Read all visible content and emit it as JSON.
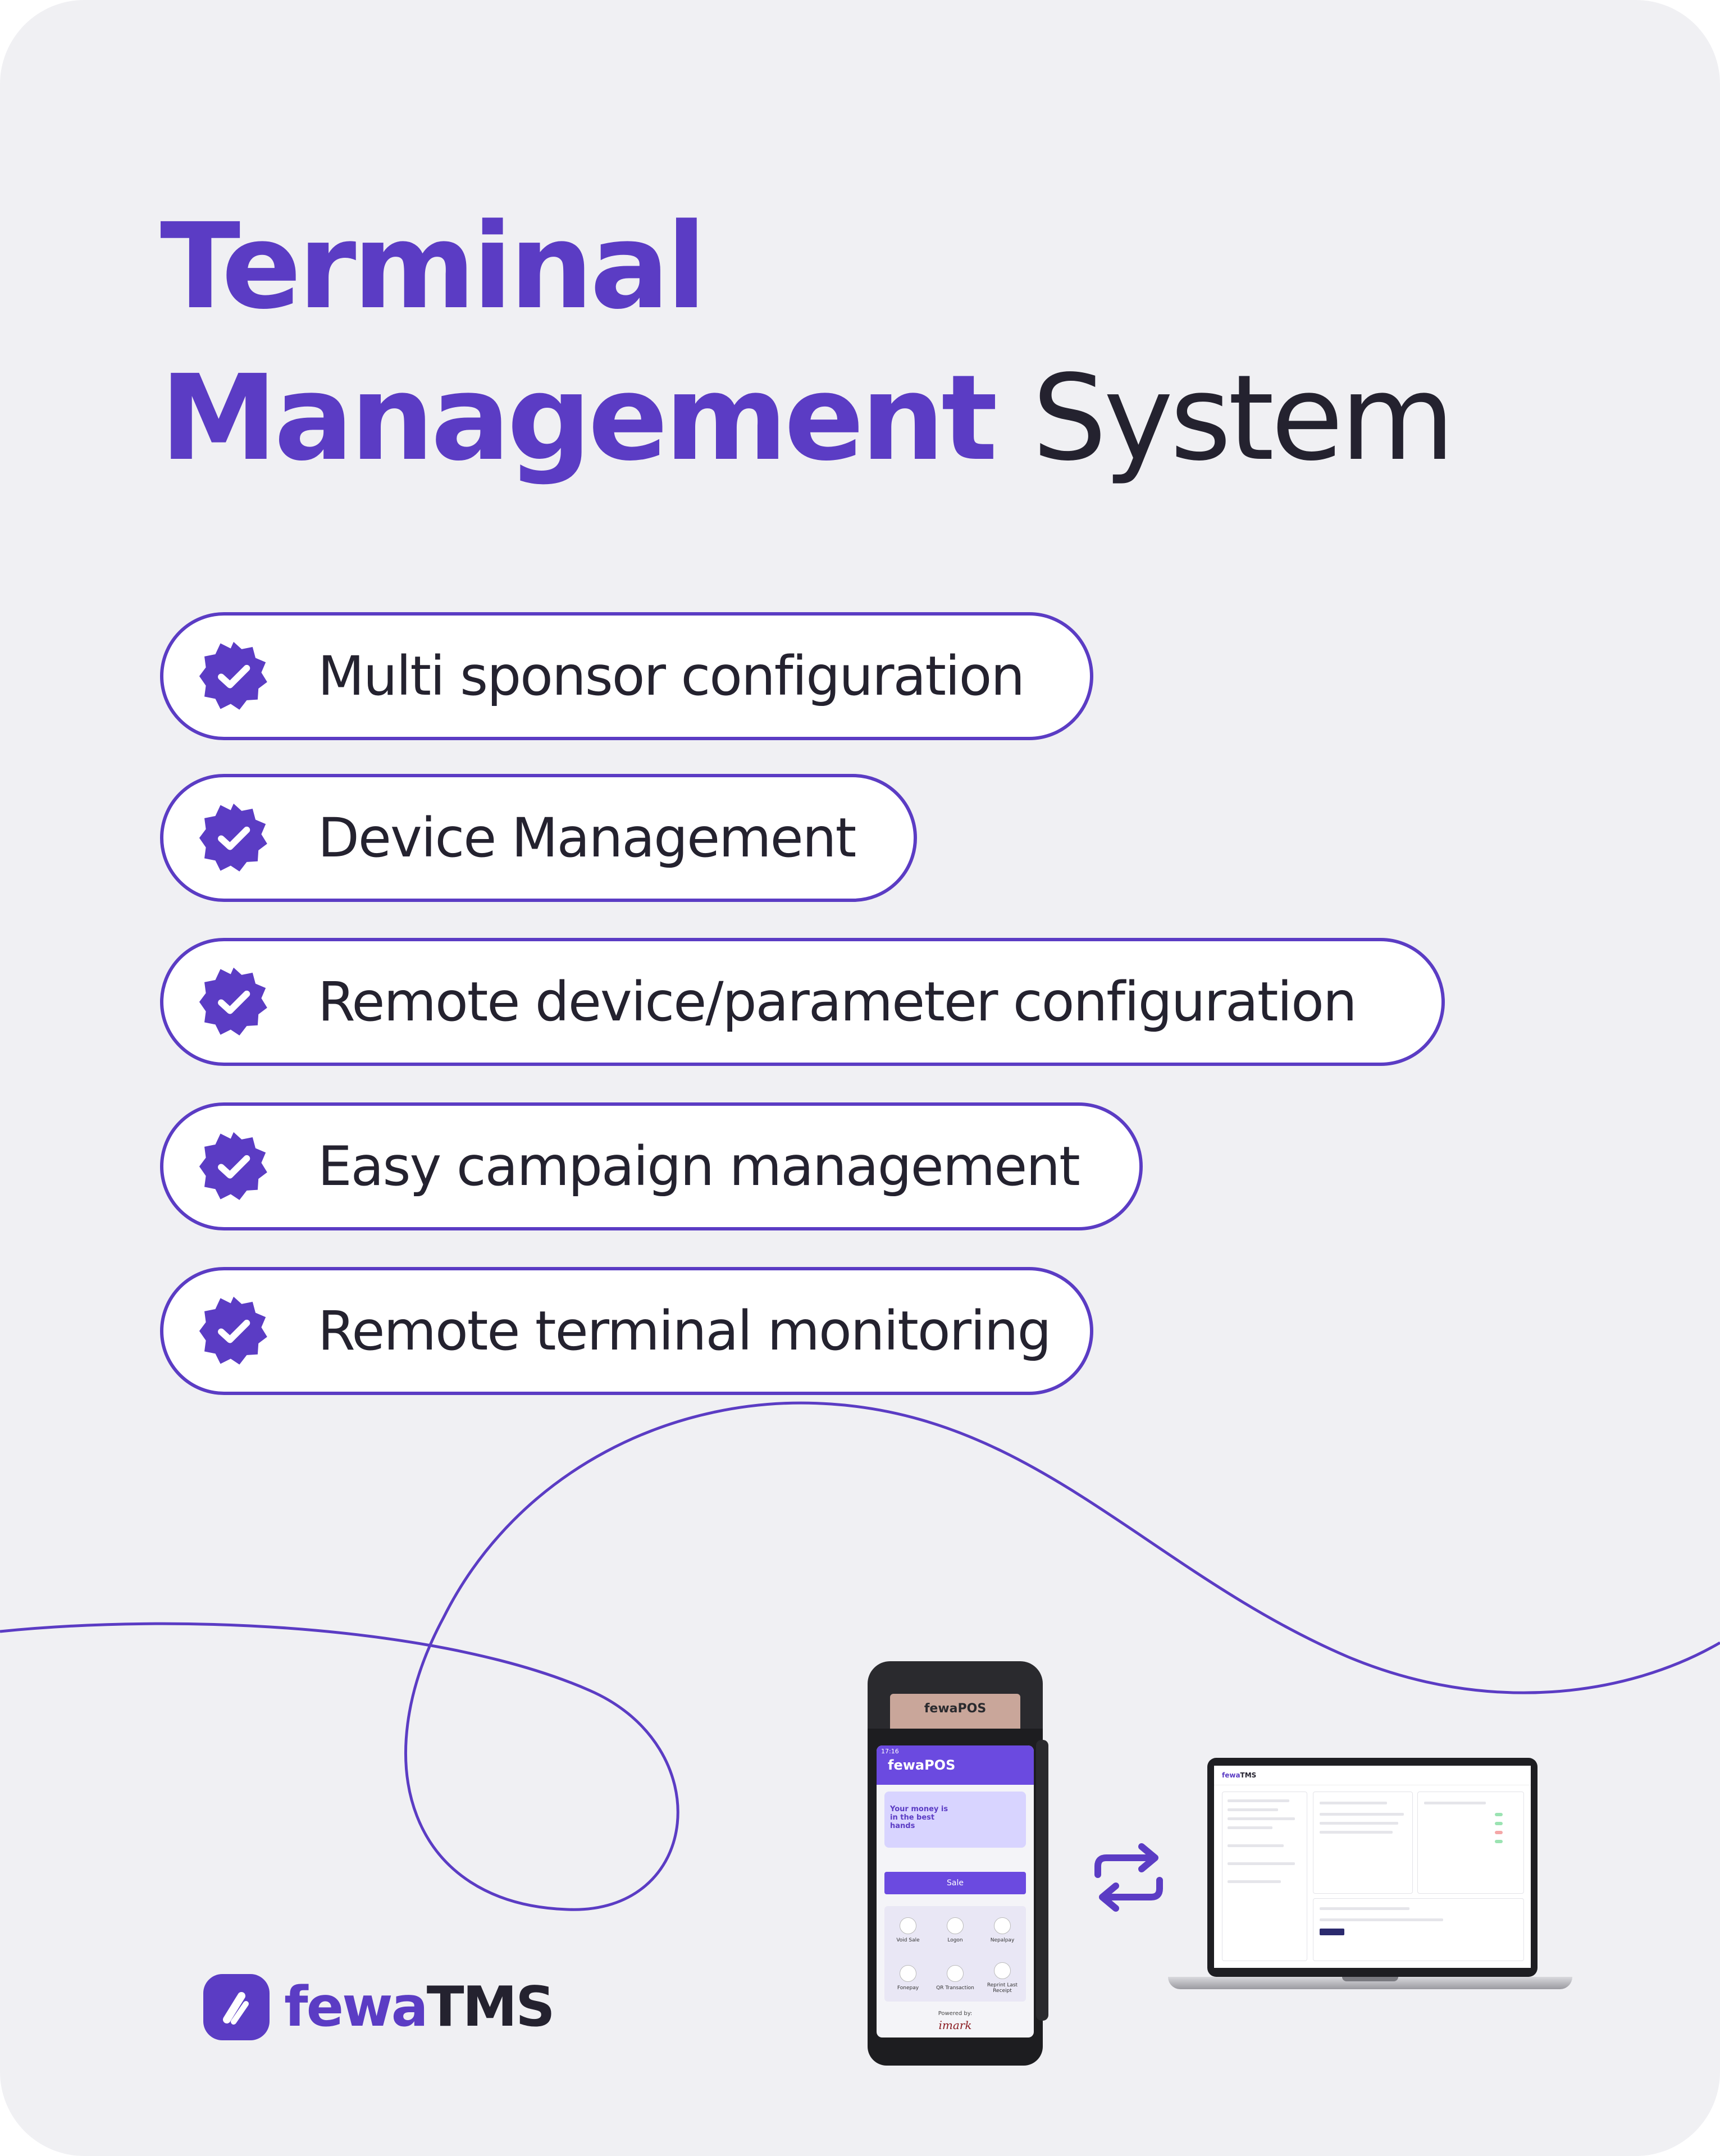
{
  "title": {
    "line1": "Terminal",
    "line2_accent": "Management",
    "line2_plain": "System"
  },
  "features": [
    {
      "label": "Multi sponsor configuration",
      "icon": "verified-badge-icon"
    },
    {
      "label": "Device Management",
      "icon": "verified-badge-icon"
    },
    {
      "label": "Remote device/parameter configuration",
      "icon": "verified-badge-icon"
    },
    {
      "label": "Easy campaign management",
      "icon": "verified-badge-icon"
    },
    {
      "label": "Remote terminal monitoring",
      "icon": "verified-badge-icon"
    }
  ],
  "logo": {
    "wordmark_accent": "fewa",
    "wordmark_plain": "TMS"
  },
  "pos_device": {
    "brand": "fewaPOS",
    "screen_time": "17:16",
    "app_title": "fewaPOS",
    "banner_text": "Your money is in the best hands",
    "sale_label": "Sale",
    "menu": [
      "Void Sale",
      "Logon",
      "Nepalpay",
      "Fonepay",
      "QR Transaction",
      "Reprint Last Receipt"
    ],
    "powered_by": "Powered by:",
    "vendor": "imark"
  },
  "laptop": {
    "app_title_accent": "fewa",
    "app_title_plain": "TMS"
  },
  "sync_icon": "sync-arrows-icon",
  "colors": {
    "accent": "#5b3cc4",
    "text": "#24222f",
    "background": "#f0f0f3"
  }
}
